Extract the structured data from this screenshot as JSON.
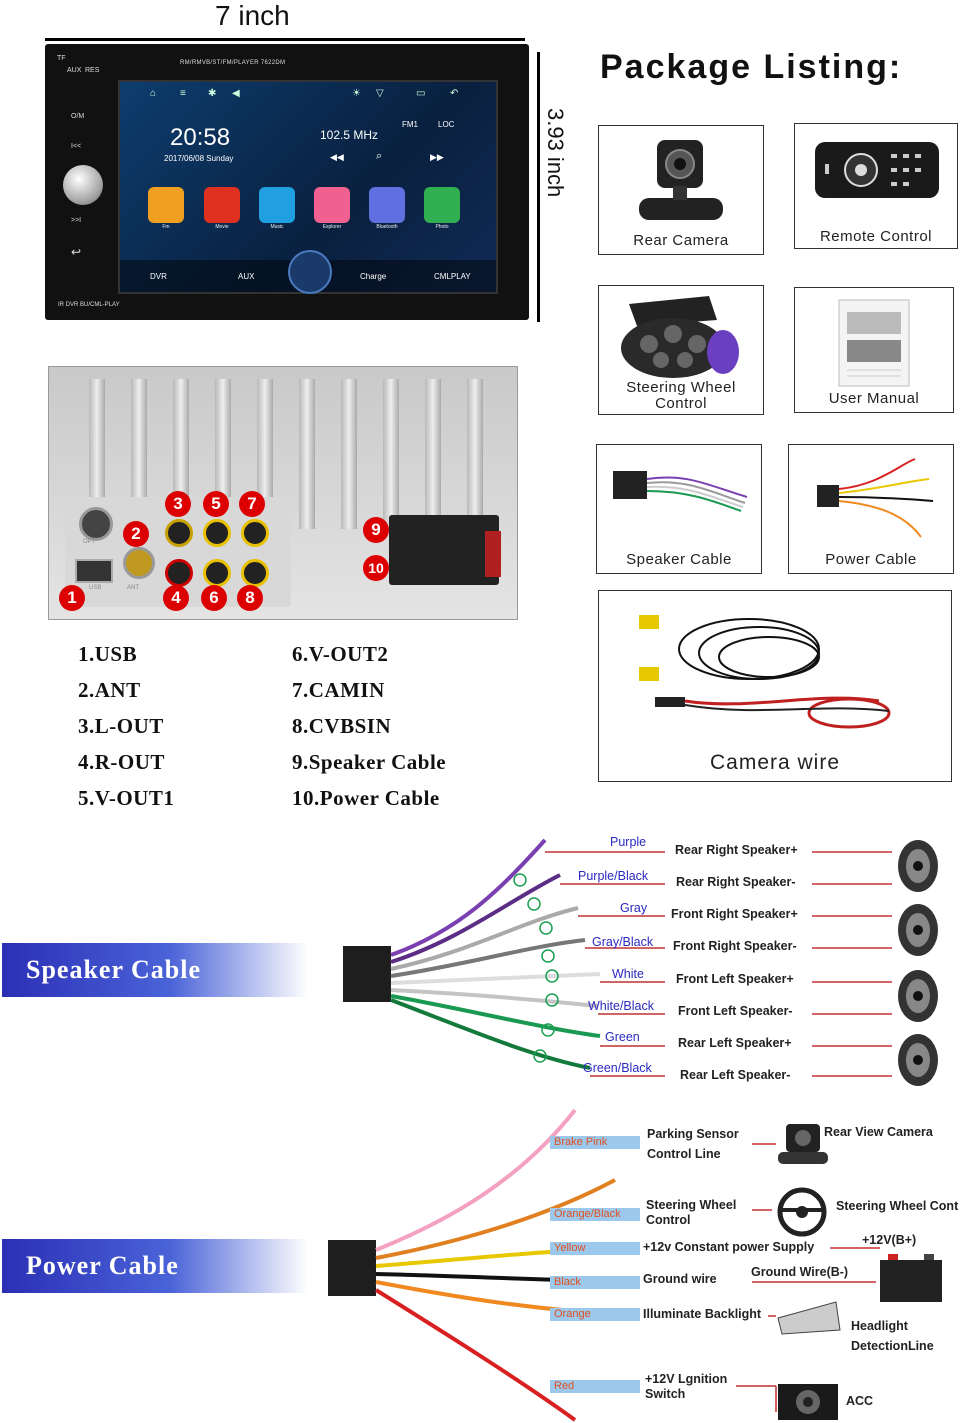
{
  "dimensions": {
    "width": "7 inch",
    "height": "3.93 inch"
  },
  "head_unit": {
    "top_label": "RM/RMVB/ST/FM/PLAYER    7622DM",
    "side_labels": [
      "TF",
      "AUX",
      "RES",
      "O/M",
      "I<<",
      ">>I"
    ],
    "time": "20:58",
    "date": "2017/06/08  Sunday",
    "frequency": "102.5  MHz",
    "band": "FM1",
    "loc": "LOC",
    "apps": [
      {
        "label": "Fm",
        "color": "#f0a020"
      },
      {
        "label": "Movie",
        "color": "#e03020"
      },
      {
        "label": "Music",
        "color": "#20a0e0"
      },
      {
        "label": "Explorer",
        "color": "#f06090"
      },
      {
        "label": "Bluetooth",
        "color": "#6070e0"
      },
      {
        "label": "Photo",
        "color": "#30b050"
      }
    ],
    "dock": [
      "DVR",
      "AUX",
      "Charge",
      "CMLPLAY"
    ],
    "footer": "IR   DVR BU/CML-PLAY"
  },
  "back_panel": {
    "badges": [
      "1",
      "2",
      "3",
      "4",
      "5",
      "6",
      "7",
      "8",
      "9",
      "10"
    ],
    "port_marks": [
      "USB",
      "OPT",
      "ANT"
    ]
  },
  "legend": {
    "left": [
      "1.USB",
      "2.ANT",
      "3.L-OUT",
      "4.R-OUT",
      "5.V-OUT1"
    ],
    "right": [
      "6.V-OUT2",
      "7.CAMIN",
      "8.CVBSIN",
      "9.Speaker Cable",
      "10.Power Cable"
    ]
  },
  "package": {
    "title": "Package Listing:",
    "items": [
      "Rear Camera",
      "Remote Control",
      "Steering Wheel Control",
      "User Manual",
      "Speaker Cable",
      "Power Cable",
      "Camera wire"
    ]
  },
  "speaker_cable": {
    "title": "Speaker Cable",
    "wires": [
      {
        "color_name": "Purple",
        "function": "Rear Right Speaker+",
        "hex": "#7a3fb0"
      },
      {
        "color_name": "Purple/Black",
        "function": "Rear Right Speaker-",
        "hex": "#5b2d85"
      },
      {
        "color_name": "Gray",
        "function": "Front Right Speaker+",
        "hex": "#9a9a9a"
      },
      {
        "color_name": "Gray/Black",
        "function": "Front Right Speaker-",
        "hex": "#707070"
      },
      {
        "color_name": "White",
        "function": "Front Left Speaker+",
        "hex": "#d8d8d8"
      },
      {
        "color_name": "White/Black",
        "function": "Front Left Speaker-",
        "hex": "#bdbdbd"
      },
      {
        "color_name": "Green",
        "function": "Rear Left Speaker+",
        "hex": "#1a9a50"
      },
      {
        "color_name": "Green/Black",
        "function": "Rear Left Speaker-",
        "hex": "#137a3c"
      }
    ]
  },
  "power_cable": {
    "title": "Power Cable",
    "wires": [
      {
        "color_name": "Brake Pink",
        "function": "Parking Sensor Control Line",
        "hex": "#f090b0"
      },
      {
        "color_name": "Orange/Black",
        "function": "Steering Wheel Control",
        "hex": "#e08020"
      },
      {
        "color_name": "Yellow",
        "function": "+12v Constant power Supply",
        "hex": "#e8c800"
      },
      {
        "color_name": "Black",
        "function": "Ground wire",
        "hex": "#111111"
      },
      {
        "color_name": "Orange",
        "function": "Illuminate Backlight",
        "hex": "#f08a20"
      },
      {
        "color_name": "Red",
        "function": "+12V Lgnition Switch",
        "hex": "#d82020"
      }
    ],
    "targets": [
      "Rear View Camera",
      "Steering Wheel Cont",
      "+12V(B+)",
      "Ground Wire(B-)",
      "Headlight DetectionLine",
      "ACC"
    ]
  }
}
